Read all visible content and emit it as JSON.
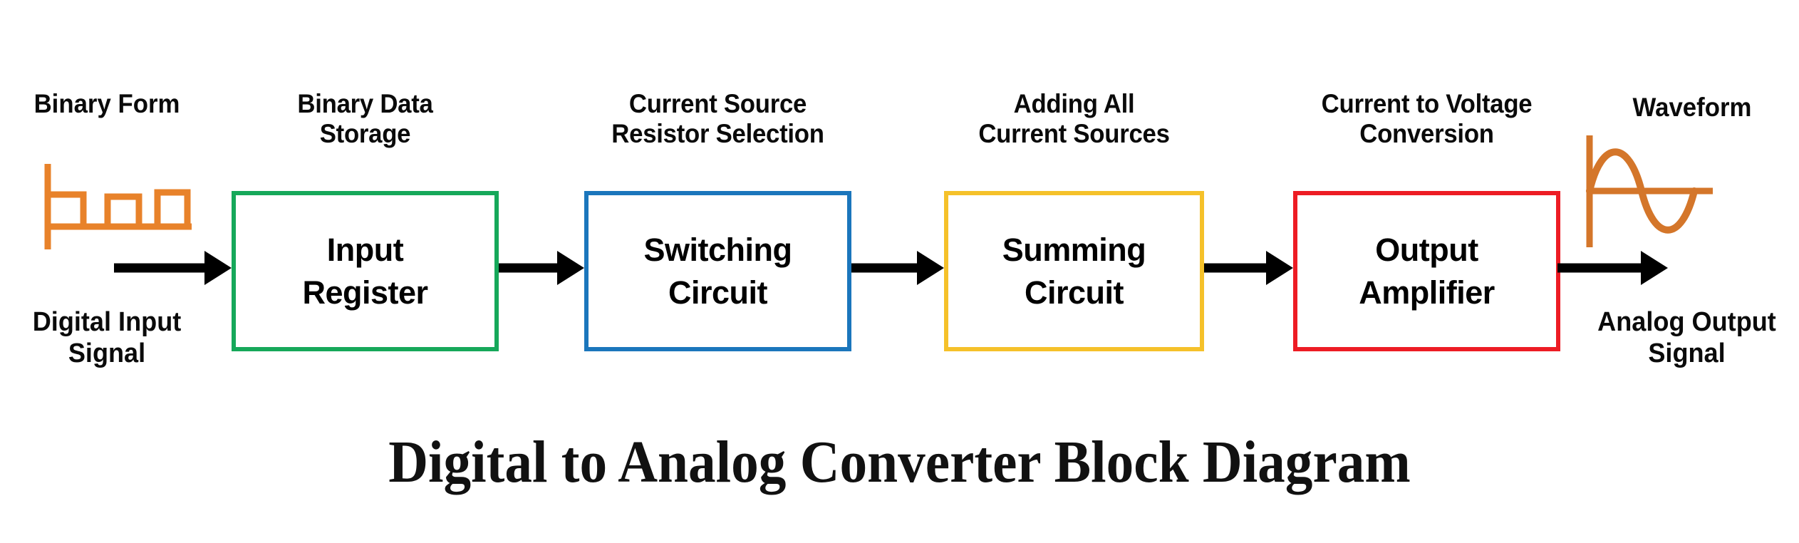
{
  "title": "Digital to Analog Converter Block Diagram",
  "colors": {
    "background": "#ffffff",
    "text": "#0a0a0a",
    "arrow": "#000000",
    "waveform_orange": "#E8822A",
    "block_green": "#16A85A",
    "block_blue": "#1B76BC",
    "block_yellow": "#F5C12A",
    "block_red": "#ED1C24"
  },
  "endpoints": {
    "input": {
      "top_label": "Binary Form",
      "bottom_label": "Digital Input\nSignal",
      "waveform_name": "digital-square-wave"
    },
    "output": {
      "top_label": "Waveform",
      "bottom_label": "Analog Output\nSignal",
      "waveform_name": "analog-sine-wave"
    }
  },
  "blocks": [
    {
      "caption": "Binary Data\nStorage",
      "label": "Input\nRegister",
      "color": "#16A85A",
      "name": "input-register"
    },
    {
      "caption": "Current Source\nResistor Selection",
      "label": "Switching\nCircuit",
      "color": "#1B76BC",
      "name": "switching-circuit"
    },
    {
      "caption": "Adding All\nCurrent Sources",
      "label": "Summing\nCircuit",
      "color": "#F5C12A",
      "name": "summing-circuit"
    },
    {
      "caption": "Current to Voltage\nConversion",
      "label": "Output\nAmplifier",
      "color": "#ED1C24",
      "name": "output-amplifier"
    }
  ],
  "arrows": [
    {
      "name": "arrow-input-to-register"
    },
    {
      "name": "arrow-register-to-switching"
    },
    {
      "name": "arrow-switching-to-summing"
    },
    {
      "name": "arrow-summing-to-amplifier"
    },
    {
      "name": "arrow-amplifier-to-output"
    }
  ]
}
